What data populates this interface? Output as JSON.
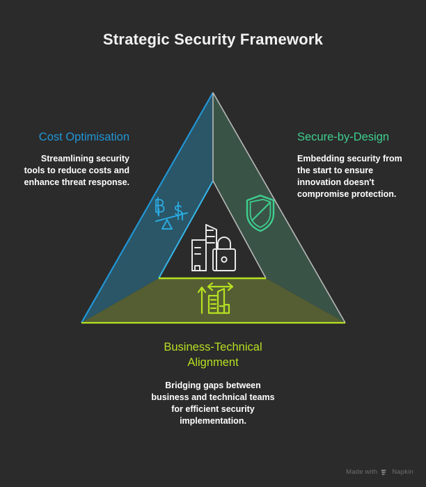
{
  "page": {
    "title": "Strategic Security Framework",
    "background_color": "#2b2b2b"
  },
  "colors": {
    "background": "#2b2b2b",
    "title_text": "#f2f2f2",
    "body_text": "#ffffff",
    "cost_accent": "#2196d6",
    "secure_accent": "#3ecf8e",
    "alignment_accent": "#b6e022",
    "left_face_fill": "#2a5668",
    "right_face_fill": "#3a5347",
    "bottom_face_fill": "#555e32",
    "inner_edge_gray": "#b9b9b9",
    "center_icon": "#e8e8e8",
    "watermark_text": "#6e6e6e"
  },
  "diagram": {
    "type": "pyramid-three-facet",
    "name": "strategic-security-framework-pyramid",
    "facets": [
      {
        "id": "cost-optimisation",
        "heading": "Cost Optimisation",
        "body": "Streamlining security tools to reduce costs and enhance threat response.",
        "accent": "#2196d6",
        "fill": "#2a5668",
        "icon": "balance-scale-icon",
        "icon_labels": [
          "B",
          "$"
        ]
      },
      {
        "id": "secure-by-design",
        "heading": "Secure-by-Design",
        "body": "Embedding security from the start to ensure innovation doesn't compromise protection.",
        "accent": "#3ecf8e",
        "fill": "#3a5347",
        "icon": "shield-icon",
        "icon_labels": []
      },
      {
        "id": "business-technical-alignment",
        "heading": "Business-Technical Alignment",
        "body": "Bridging gaps between business and technical teams for efficient security implementation.",
        "accent": "#b6e022",
        "fill": "#555e32",
        "icon": "building-scaling-arrows-icon",
        "icon_labels": []
      }
    ],
    "center_icon": "buildings-padlock-icon"
  },
  "watermark": {
    "prefix": "Made with",
    "brand": "Napkin",
    "logo": "napkin-logo-icon"
  }
}
